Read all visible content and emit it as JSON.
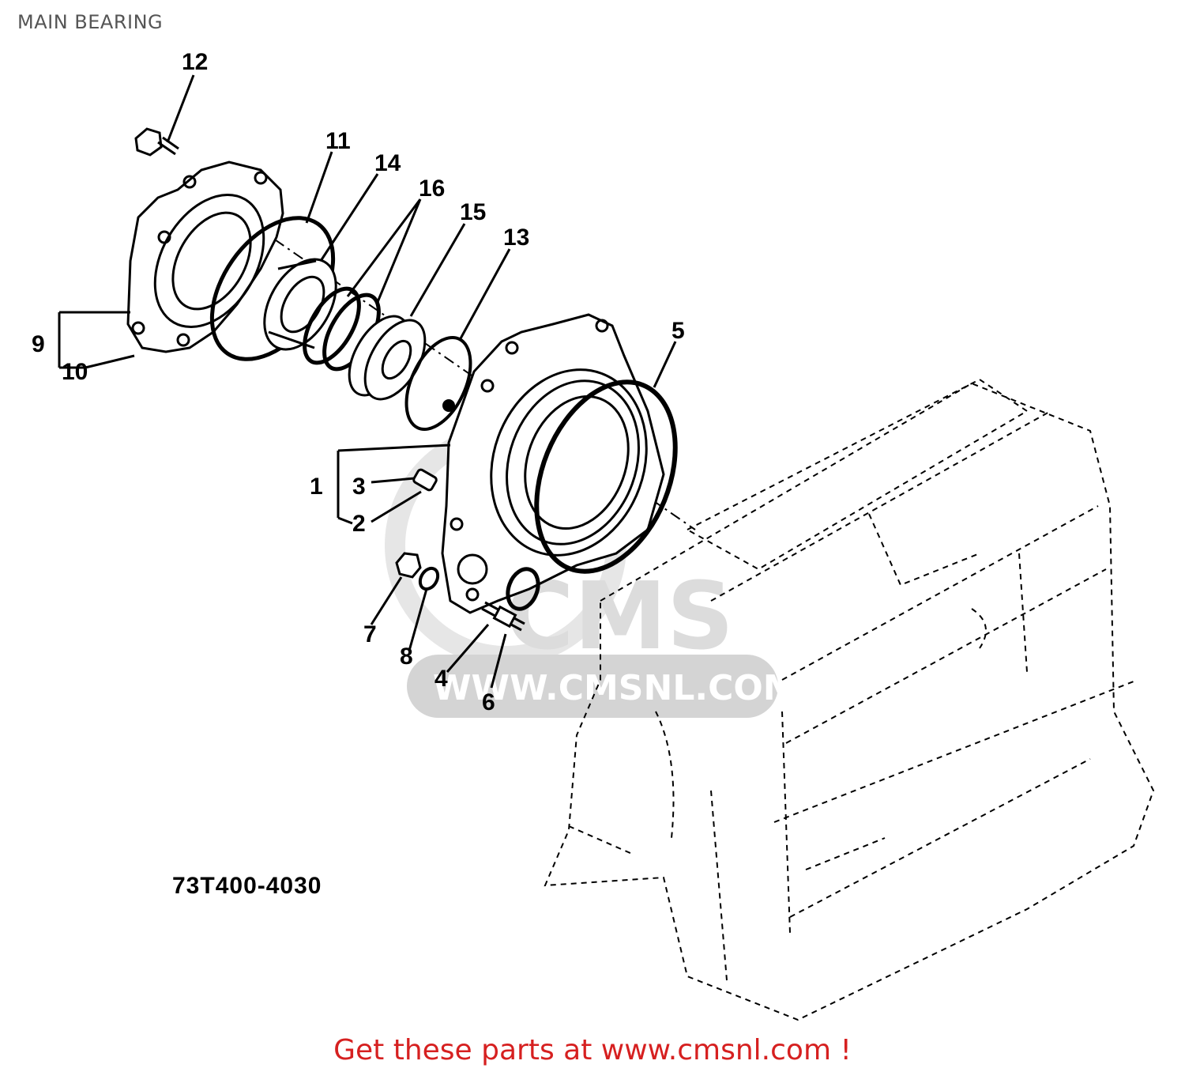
{
  "page": {
    "title": "MAIN BEARING"
  },
  "diagram": {
    "callouts": {
      "c1": "1",
      "c2": "2",
      "c3": "3",
      "c4": "4",
      "c5": "5",
      "c6": "6",
      "c7": "7",
      "c8": "8",
      "c9": "9",
      "c10": "10",
      "c11": "11",
      "c12": "12",
      "c13": "13",
      "c14": "14",
      "c15": "15",
      "c16": "16"
    },
    "drawing_number": "73T400-4030",
    "watermark": {
      "logo": "CMS",
      "url": "WWW.CMSNL.COM"
    }
  },
  "footer": {
    "text": "Get these parts at www.cmsnl.com !",
    "color": "#d62020"
  }
}
